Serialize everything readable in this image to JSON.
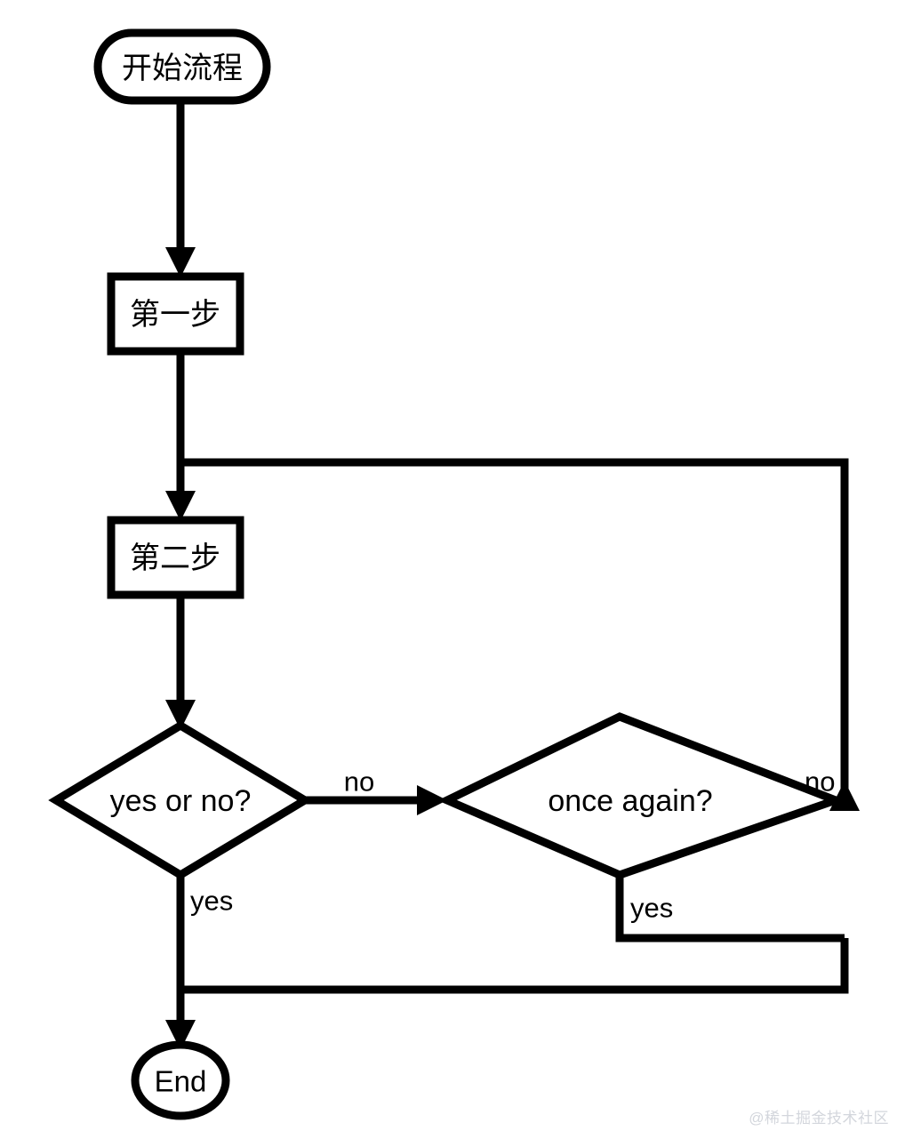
{
  "diagram": {
    "type": "flowchart",
    "direction": "top-to-bottom",
    "background_color": "#ffffff",
    "line_color": "#000000",
    "nodes": [
      {
        "id": "start",
        "label": "开始流程",
        "shape": "stadium"
      },
      {
        "id": "step1",
        "label": "第一步",
        "shape": "rectangle"
      },
      {
        "id": "step2",
        "label": "第二步",
        "shape": "rectangle"
      },
      {
        "id": "dec1",
        "label": "yes or no?",
        "shape": "diamond"
      },
      {
        "id": "dec2",
        "label": "once again?",
        "shape": "diamond"
      },
      {
        "id": "end",
        "label": "End",
        "shape": "ellipse"
      }
    ],
    "edges": [
      {
        "from": "start",
        "to": "step1",
        "label": ""
      },
      {
        "from": "step1",
        "to": "step2",
        "label": ""
      },
      {
        "from": "step2",
        "to": "dec1",
        "label": ""
      },
      {
        "from": "dec1",
        "to": "dec2",
        "label": "no"
      },
      {
        "from": "dec1",
        "to": "end",
        "label": "yes"
      },
      {
        "from": "dec2",
        "to": "step2",
        "label": "no"
      },
      {
        "from": "dec2",
        "to": "end",
        "label": "yes"
      }
    ],
    "edge_labels": {
      "dec1_no": "no",
      "dec1_yes": "yes",
      "dec2_no": "no",
      "dec2_yes": "yes"
    }
  },
  "watermark": {
    "text": "@稀土掘金技术社区"
  }
}
